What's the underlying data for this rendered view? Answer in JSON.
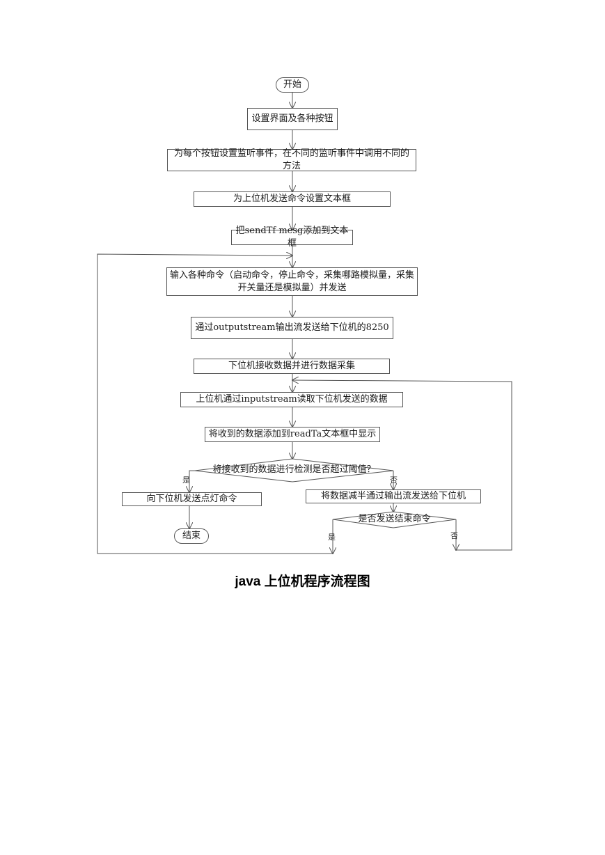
{
  "flowchart": {
    "start": "开始",
    "setup_ui": "设置界面及各种按钮",
    "add_listeners": "为每个按钮设置监听事件，在不同的监听事件中调用不同的方法",
    "set_textbox": "为上位机发送命令设置文本框",
    "add_send_field": "把sendTf mesg添加到文本框",
    "input_commands": "输入各种命令（启动命令，停止命令，采集哪路模拟量，采集开关量还是模拟量）并发送",
    "send_via_output": "通过outputstream输出流发送给下位机的8250",
    "slave_collect": "下位机接收数据并进行数据采集",
    "read_via_input": "上位机通过inputstream读取下位机发送的数据",
    "add_to_read_area": "将收到的数据添加到readTa文本框中显示",
    "check_threshold": "将接收到的数据进行检测是否超过阈值？",
    "label_yes": "是",
    "label_no": "否",
    "light_command": "向下位机发送点灯命令",
    "halve_and_send": "将数据减半通过输出流发送给下位机",
    "check_end": "是否发送结束命令",
    "label_yes2": "是",
    "label_no2": "否",
    "end": "结束"
  },
  "caption": "java 上位机程序流程图"
}
